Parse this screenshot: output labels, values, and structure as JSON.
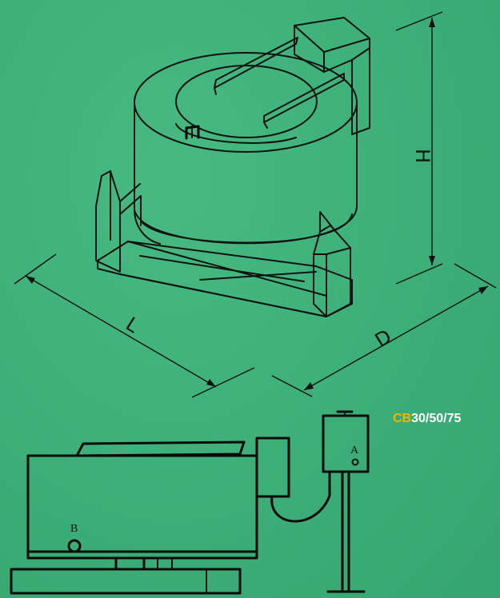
{
  "model": {
    "prefix": "CB",
    "sizes": "30/50/75",
    "prefix_color": "#f0b400",
    "sizes_color": "#ffffff"
  },
  "dimensions": {
    "height_label": "H",
    "length_label": "L",
    "depth_label": "D"
  },
  "callouts": {
    "control_box": "A",
    "machine_port": "B"
  },
  "colors": {
    "background": "#3fb27a",
    "ink": "#111111"
  }
}
